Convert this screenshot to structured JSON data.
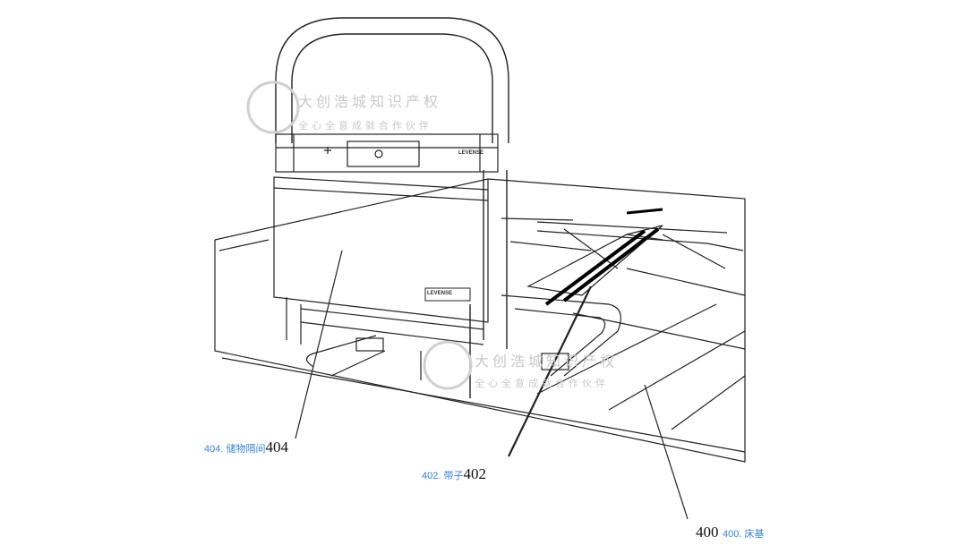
{
  "labels": [
    {
      "id": "404",
      "caption": "404. 储物隔间",
      "number": "404"
    },
    {
      "id": "402",
      "caption": "402. 带子",
      "number": "402"
    },
    {
      "id": "400",
      "caption": "400. 床基",
      "number": "400"
    }
  ],
  "watermark": {
    "line1": "大创浩城知识产权",
    "line2": "全心全意成就合作伙伴"
  },
  "brand_mark": "LEVENSE"
}
